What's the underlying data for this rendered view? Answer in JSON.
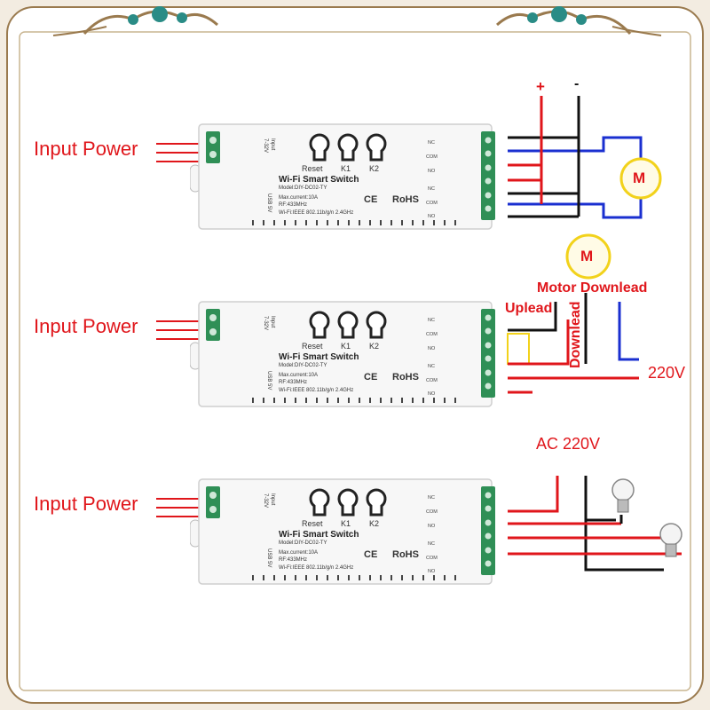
{
  "labels": {
    "input_power": "Input Power",
    "plus": "+",
    "minus": "-",
    "motor_m": "M",
    "motor_downlead": "Motor Downlead",
    "uplead": "Uplead",
    "downlead": "Downlead",
    "v220": "220V",
    "ac220": "AC 220V"
  },
  "device": {
    "title": "Wi-Fi Smart Switch",
    "model": "Model:DIY-DC02-TY",
    "current": "Max.current:10A",
    "rf": "RF:433MHz",
    "wifi": "Wi-Fi:IEEE 802.11b/g/n 2.4GHz",
    "input": "Input",
    "voltage": "7-32V",
    "usb": "USB 5V",
    "buttons": [
      "Reset",
      "K1",
      "K2"
    ],
    "ports": [
      "NC",
      "COM",
      "NO",
      "NC",
      "COM",
      "NO"
    ],
    "cert": [
      "CE",
      "RoHS"
    ]
  },
  "colors": {
    "red": "#e0161b",
    "blue": "#1a2fd0",
    "black": "#111111",
    "yellow": "#f2d21b",
    "terminal_green": "#2f8f56",
    "frame_teal": "#2a8c86"
  }
}
